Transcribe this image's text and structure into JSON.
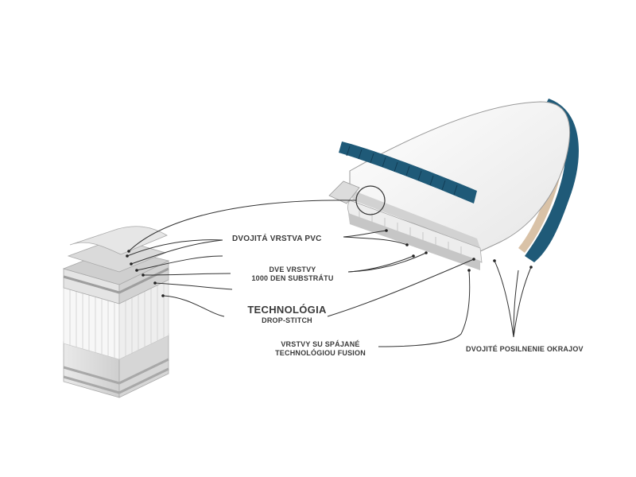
{
  "labels": {
    "pvc_layer": "DVOJITÁ  VRSTVA PVC",
    "substrate_line1": "DVE VRSTVY",
    "substrate_line2": "1000 DEN SUBSTRÁTU",
    "technology_line1": "TECHNOLÓGIA",
    "technology_line2": "DROP-STITCH",
    "fusion_line1": "VRSTVY SU SPÁJANÉ",
    "fusion_line2": "TECHNOLÓGIOU FUSION",
    "edges": "DVOJITÉ POSILNENIE OKRAJOV"
  },
  "colors": {
    "board_accent": "#1f5a78",
    "board_accent_dark": "#123c55",
    "board_body": "#f3f3f3",
    "leader_lines": "#333333",
    "label_text": "#3a3a3a",
    "layer_shade": "#b8b8b8"
  }
}
